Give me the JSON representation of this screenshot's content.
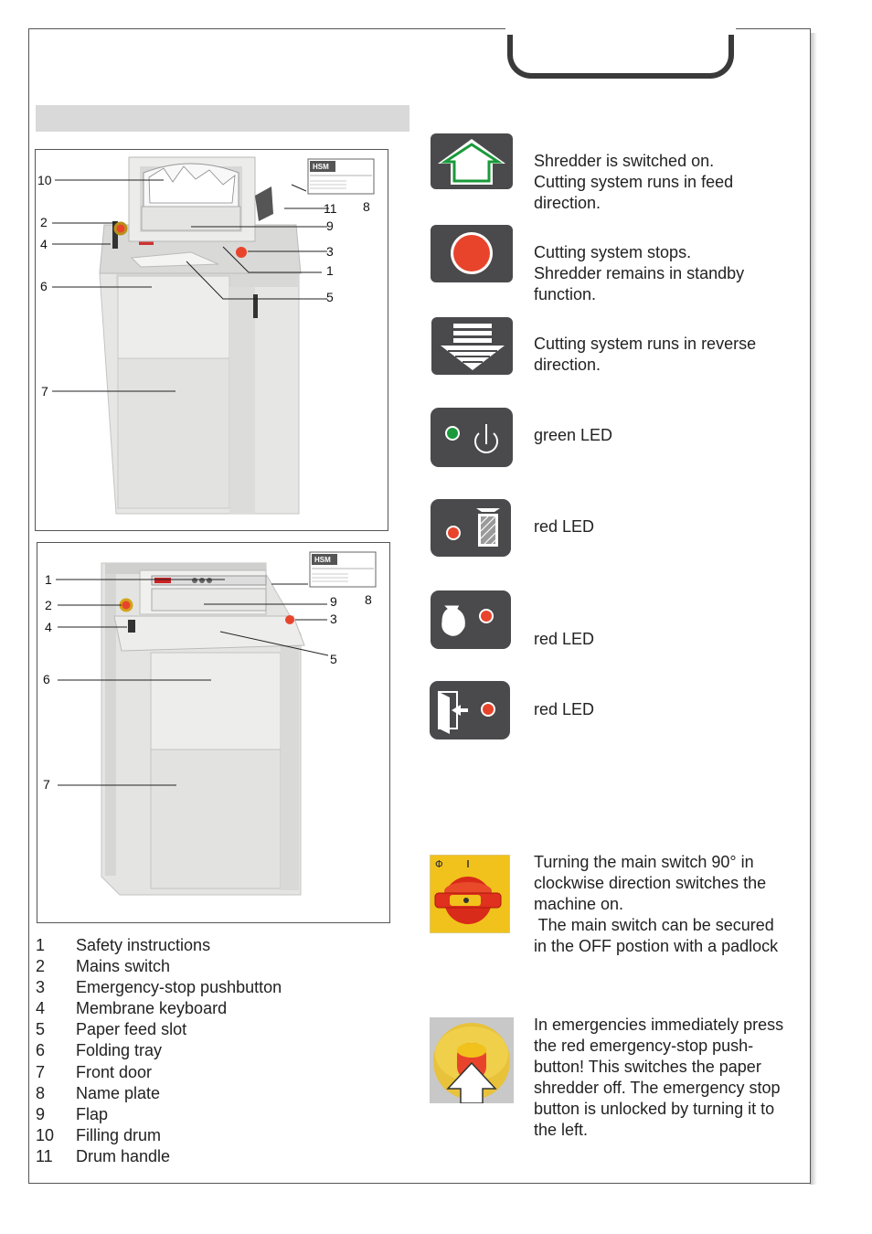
{
  "figure1": {
    "callouts": [
      "10",
      "2",
      "4",
      "6",
      "7",
      "11",
      "8",
      "9",
      "3",
      "1",
      "5"
    ],
    "nameplate_brand": "HSM"
  },
  "figure2": {
    "callouts": [
      "1",
      "2",
      "4",
      "6",
      "7",
      "9",
      "8",
      "3",
      "5"
    ],
    "nameplate_brand": "HSM"
  },
  "legend": [
    {
      "num": "1",
      "label": "Safety instructions"
    },
    {
      "num": "2",
      "label": "Mains switch"
    },
    {
      "num": "3",
      "label": "Emergency-stop pushbutton"
    },
    {
      "num": "4",
      "label": "Membrane keyboard"
    },
    {
      "num": "5",
      "label": "Paper feed slot"
    },
    {
      "num": "6",
      "label": "Folding tray"
    },
    {
      "num": "7",
      "label": "Front door"
    },
    {
      "num": "8",
      "label": "Name plate"
    },
    {
      "num": "9",
      "label": "Flap"
    },
    {
      "num": "10",
      "label": "Filling drum"
    },
    {
      "num": "11",
      "label": "Drum handle"
    }
  ],
  "controls": [
    {
      "icon": "forward-arrow-icon",
      "lines": [
        "Shredder is switched on.",
        "Cutting system runs in feed",
        "direction."
      ]
    },
    {
      "icon": "stop-icon",
      "lines": [
        "Cutting system stops.",
        "Shredder remains in standby",
        "function."
      ]
    },
    {
      "icon": "reverse-arrow-icon",
      "lines": [
        "Cutting system runs in reverse",
        "direction."
      ]
    },
    {
      "icon": "power-led-icon",
      "lines": [
        "green LED"
      ]
    },
    {
      "icon": "bin-full-led-icon",
      "lines": [
        "red LED"
      ]
    },
    {
      "icon": "oil-led-icon",
      "lines": [
        "red LED"
      ]
    },
    {
      "icon": "door-open-led-icon",
      "lines": [
        "red LED"
      ]
    }
  ],
  "main_switch": {
    "icon": "main-switch-icon",
    "lines": [
      "Turning the main switch 90° in",
      "clockwise direction switches the",
      "machine on.",
      " The main switch can be secured",
      "in the OFF postion with a padlock"
    ]
  },
  "emergency": {
    "icon": "emergency-stop-icon",
    "lines": [
      "In emergencies immediately press",
      "the red emergency-stop push-",
      "button! This switches the paper",
      "shredder off. The emergency stop",
      "button is unlocked by turning it to",
      "the left."
    ]
  },
  "colors": {
    "icon_bg": "#4a4a4c",
    "green": "#1a9a3a",
    "red": "#e8442c",
    "yellow": "#f1c21b"
  }
}
